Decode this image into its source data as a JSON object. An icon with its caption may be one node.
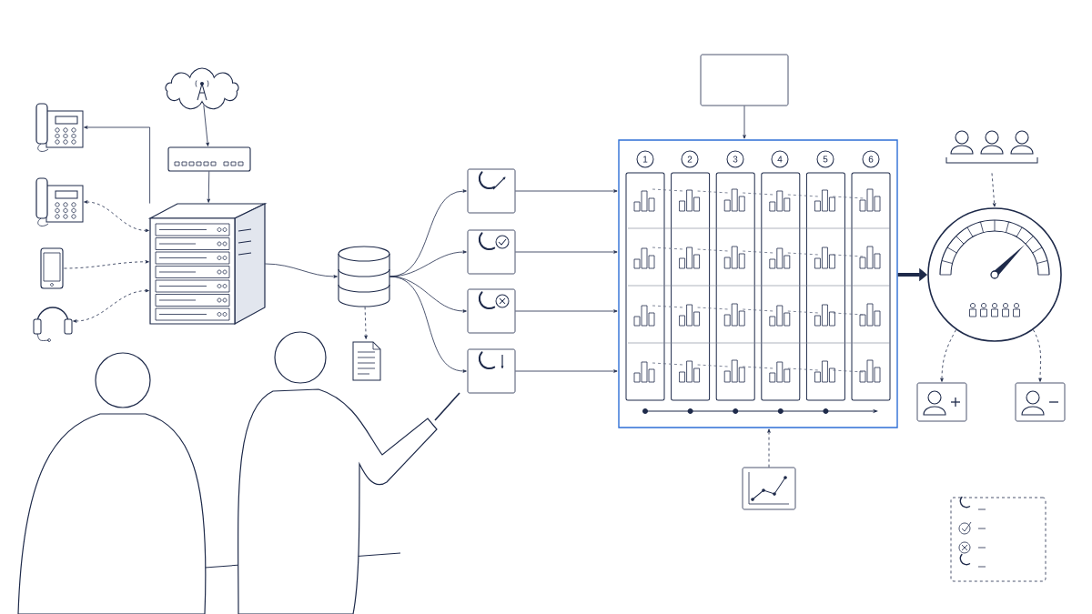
{
  "diagram": {
    "nodes": [
      {
        "text": [],
        "shape": "cloud"
      },
      {
        "text": [],
        "shape": "picture"
      },
      {
        "text": [],
        "shape": "picture"
      },
      {
        "text": [],
        "shape": "picture"
      },
      {
        "text": [],
        "shape": "picture"
      },
      {
        "text": [],
        "shape": "picture"
      },
      {
        "text": [],
        "shape": "picture"
      },
      {
        "text": [],
        "shape": "cylinder"
      },
      {
        "text": [],
        "shape": "picture"
      },
      {
        "text": [],
        "shape": "box"
      },
      {
        "text": [],
        "shape": "box"
      },
      {
        "text": [],
        "shape": "box"
      },
      {
        "text": [],
        "shape": "box"
      },
      {
        "text": [],
        "shape": "box"
      },
      {
        "text": [
          "1"
        ],
        "in": 13
      },
      {
        "text": [
          "2"
        ],
        "in": 13
      },
      {
        "text": [
          "3"
        ],
        "in": 13
      },
      {
        "text": [
          "4"
        ],
        "in": 13
      },
      {
        "text": [
          "5"
        ],
        "in": 13
      },
      {
        "text": [
          "6"
        ],
        "in": 13
      },
      {
        "text": [],
        "shape": "box"
      },
      {
        "text": [],
        "shape": "picture"
      },
      {
        "text": [],
        "shape": "circle"
      },
      {
        "text": [],
        "shape": "box"
      },
      {
        "text": [],
        "shape": "box"
      },
      {
        "text": [],
        "shape": "box"
      },
      {
        "text": [],
        "shape": "box"
      }
    ],
    "edges": [
      {
        "from": 0,
        "to": 1,
        "arrow": "to"
      },
      {
        "from": 1,
        "to": 6,
        "arrow": "to"
      },
      {
        "from": 6,
        "to": 2,
        "arrow": "to"
      },
      {
        "from": 3,
        "to": 6,
        "arrow": "both",
        "style": "dashed"
      },
      {
        "from": 4,
        "to": 6,
        "arrow": "to",
        "style": "dashed"
      },
      {
        "from": 5,
        "to": 6,
        "arrow": "both",
        "style": "dashed"
      },
      {
        "from": 6,
        "to": 7,
        "arrow": "to"
      },
      {
        "from": 7,
        "to": 8,
        "arrow": "to",
        "style": "dashed"
      },
      {
        "from": 7,
        "to": 9,
        "arrow": "to"
      },
      {
        "from": 7,
        "to": 10,
        "arrow": "to"
      },
      {
        "from": 7,
        "to": 11,
        "arrow": "to"
      },
      {
        "from": 7,
        "to": 12,
        "arrow": "to"
      },
      {
        "from": 9,
        "to": 13,
        "arrow": "to"
      },
      {
        "from": 10,
        "to": 13,
        "arrow": "to"
      },
      {
        "from": 11,
        "to": 13,
        "arrow": "to"
      },
      {
        "from": 12,
        "to": 13,
        "arrow": "to"
      },
      {
        "from": 20,
        "to": 13,
        "arrow": "to"
      },
      {
        "from": 25,
        "to": 13,
        "arrow": "to",
        "style": "dashed"
      },
      {
        "from": 13,
        "to": 22,
        "arrow": "to",
        "style": "thick"
      },
      {
        "from": 21,
        "to": 22,
        "arrow": "to",
        "style": "dashed"
      },
      {
        "from": 22,
        "to": 23,
        "arrow": "to",
        "style": "dashed"
      },
      {
        "from": 22,
        "to": 24,
        "arrow": "to",
        "style": "dashed"
      }
    ]
  }
}
